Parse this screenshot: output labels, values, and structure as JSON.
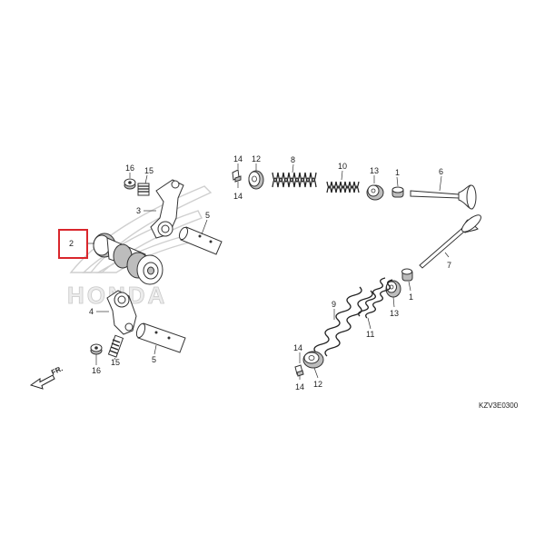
{
  "diagram": {
    "brand_watermark": "HONDA",
    "drawing_code": "KZV3E0300",
    "front_arrow_label": "FR.",
    "highlighted_callout": "2",
    "callouts": {
      "c16a": "16",
      "c15a": "15",
      "c3": "3",
      "c5a": "5",
      "c2": "2",
      "c4": "4",
      "c15b": "15",
      "c16b": "16",
      "c5b": "5",
      "c14a": "14",
      "c14b": "14",
      "c12a": "12",
      "c8": "8",
      "c10": "10",
      "c13a": "13",
      "c1a": "1",
      "c6": "6",
      "c7": "7",
      "c1b": "1",
      "c13b": "13",
      "c11": "11",
      "c9": "9",
      "c14c": "14",
      "c14d": "14",
      "c12b": "12"
    },
    "colors": {
      "highlight": "#d9262c",
      "line": "#333333",
      "watermark": "#c8c8c8"
    }
  }
}
